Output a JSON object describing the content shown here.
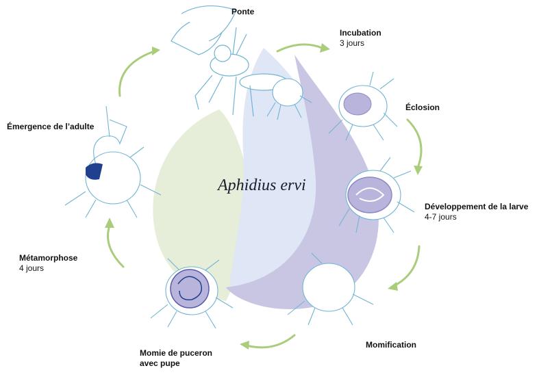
{
  "title": "Aphidius ervi",
  "stages": {
    "ponte": {
      "name": "Ponte"
    },
    "incubation": {
      "name": "Incubation",
      "duration": "3 jours"
    },
    "eclosion": {
      "name": "Éclosion"
    },
    "developpement": {
      "name": "Développement de la larve",
      "duration": "4-7 jours"
    },
    "momification": {
      "name": "Momification"
    },
    "momie": {
      "name": "Momie de puceron\navec pupe"
    },
    "metamorphose": {
      "name": "Métamorphose",
      "duration": "4 jours"
    },
    "emergence": {
      "name": "Émergence de l’adulte"
    }
  },
  "colors": {
    "leaf_green": "#e6edd8",
    "drop_light": "#dfe6f5",
    "drop_purple": "#c9c6e3",
    "arrow_green": "#a9cd7a",
    "outline_blue": "#6fb4d3",
    "larva_purple": "#8d88c4",
    "dark_blue": "#1f3f8f"
  }
}
